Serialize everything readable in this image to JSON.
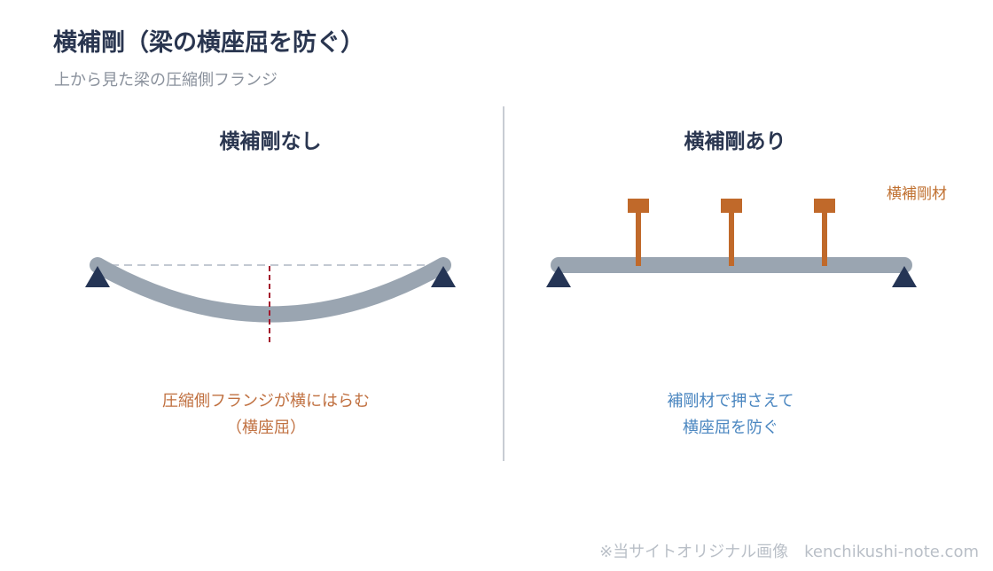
{
  "header": {
    "title": "横補剛（梁の横座屈を防ぐ）",
    "subtitle": "上から見た梁の圧縮側フランジ"
  },
  "left_panel": {
    "title": "横補剛なし",
    "caption_line1": "圧縮側フランジが横にはらむ",
    "caption_line2": "（横座屈）"
  },
  "right_panel": {
    "title": "横補剛あり",
    "member_label": "横補剛材",
    "caption_line1": "補剛材で押さえて",
    "caption_line2": "横座屈を防ぐ",
    "brace_count": 3
  },
  "footer": {
    "credit": "※当サイトオリジナル画像　kenchikushi-note.com"
  },
  "colors": {
    "beam": "#9aa5b1",
    "support": "#253555",
    "brace": "#c0692a",
    "dashed_reference": "#c3c9d2",
    "deflection_marker": "#a3162b",
    "divider": "#c8ccd3"
  }
}
